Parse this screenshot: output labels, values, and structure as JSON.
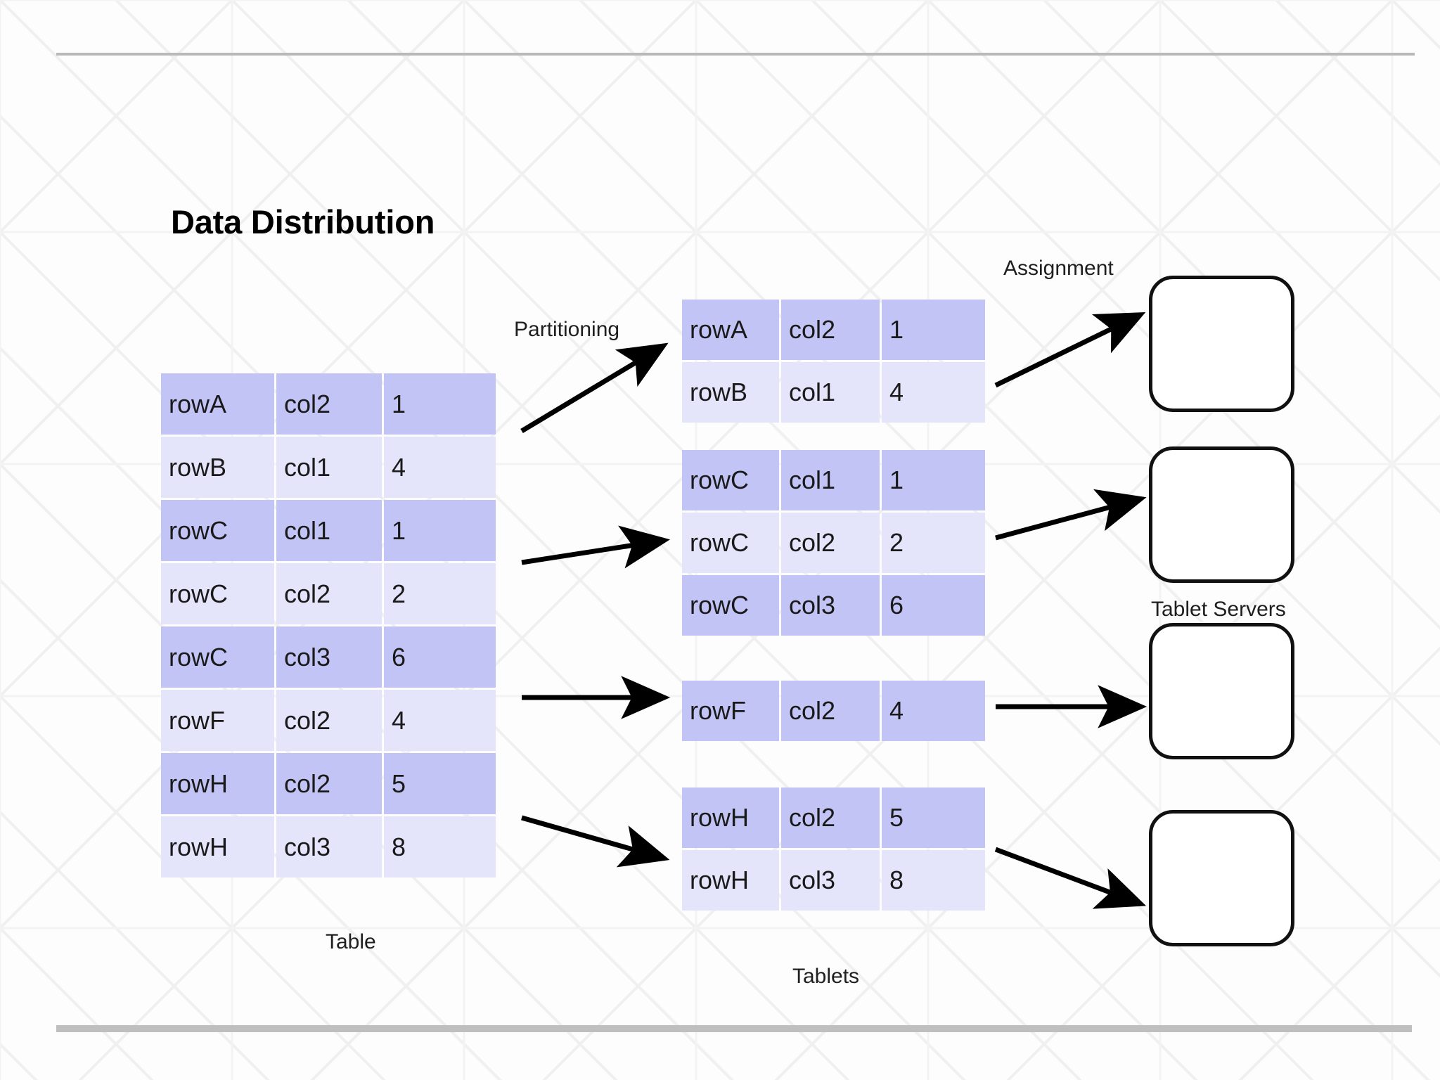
{
  "slide": {
    "title": "Data Distribution",
    "colors": {
      "row_shade_dark": "#c3c4f6",
      "row_shade_light": "#e4e5fb",
      "text": "#1a1a1a",
      "rule": "#b9b9b9",
      "bottom_bar": "#bfbfbf",
      "box_border": "#111111"
    }
  },
  "labels": {
    "partitioning": "Partitioning",
    "assignment": "Assignment",
    "table": "Table",
    "tablets": "Tablets",
    "tablet_servers": "Tablet Servers"
  },
  "main_table": {
    "caption": "Table",
    "rows": [
      {
        "key": "rowA",
        "column": "col2",
        "value": "1"
      },
      {
        "key": "rowB",
        "column": "col1",
        "value": "4"
      },
      {
        "key": "rowC",
        "column": "col1",
        "value": "1"
      },
      {
        "key": "rowC",
        "column": "col2",
        "value": "2"
      },
      {
        "key": "rowC",
        "column": "col3",
        "value": "6"
      },
      {
        "key": "rowF",
        "column": "col2",
        "value": "4"
      },
      {
        "key": "rowH",
        "column": "col2",
        "value": "5"
      },
      {
        "key": "rowH",
        "column": "col3",
        "value": "8"
      }
    ]
  },
  "tablets": {
    "caption": "Tablets",
    "groups": [
      {
        "rows": [
          {
            "key": "rowA",
            "column": "col2",
            "value": "1"
          },
          {
            "key": "rowB",
            "column": "col1",
            "value": "4"
          }
        ]
      },
      {
        "rows": [
          {
            "key": "rowC",
            "column": "col1",
            "value": "1"
          },
          {
            "key": "rowC",
            "column": "col2",
            "value": "2"
          },
          {
            "key": "rowC",
            "column": "col3",
            "value": "6"
          }
        ]
      },
      {
        "rows": [
          {
            "key": "rowF",
            "column": "col2",
            "value": "4"
          }
        ]
      },
      {
        "rows": [
          {
            "key": "rowH",
            "column": "col2",
            "value": "5"
          },
          {
            "key": "rowH",
            "column": "col3",
            "value": "8"
          }
        ]
      }
    ]
  },
  "tablet_servers": {
    "caption": "Tablet Servers",
    "boxes": [
      {
        "name": "tablet-server-1",
        "label": ""
      },
      {
        "name": "tablet-server-2",
        "label": ""
      },
      {
        "name": "tablet-server-3",
        "label": ""
      },
      {
        "name": "tablet-server-4",
        "label": ""
      }
    ]
  },
  "arrows": {
    "partitioning_count": 4,
    "assignment_count": 4
  }
}
